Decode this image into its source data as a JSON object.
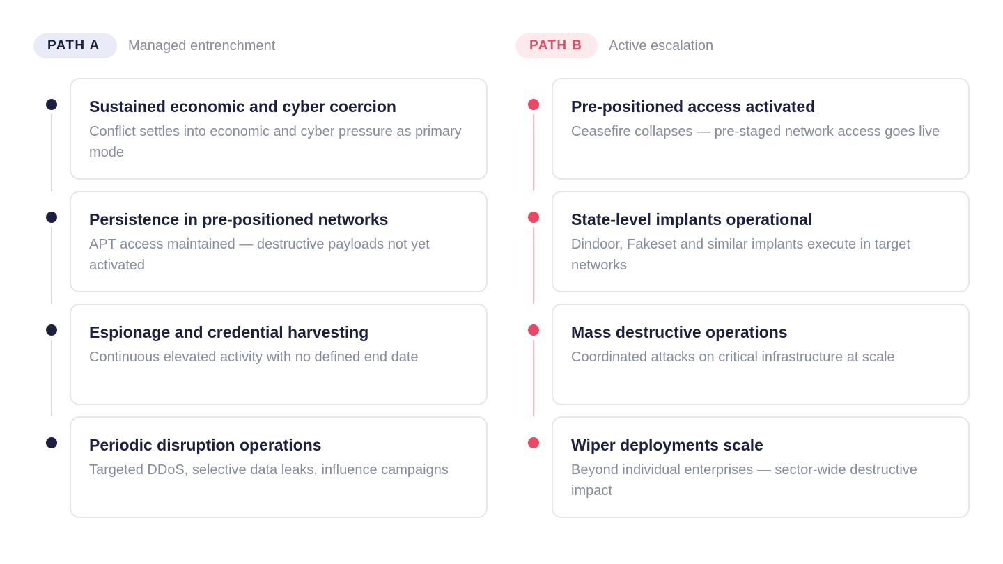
{
  "path_a": {
    "badge": "PATH A",
    "subtitle": "Managed entrenchment",
    "steps": [
      {
        "title": "Sustained economic and cyber coercion",
        "description": "Conflict settles into economic and cyber pressure as primary mode"
      },
      {
        "title": "Persistence in pre-positioned networks",
        "description": "APT access maintained — destructive payloads not yet activated"
      },
      {
        "title": "Espionage and credential harvesting",
        "description": "Continuous elevated activity with no defined end date"
      },
      {
        "title": "Periodic disruption operations",
        "description": "Targeted DDoS, selective data leaks, influence campaigns"
      }
    ]
  },
  "path_b": {
    "badge": "PATH B",
    "subtitle": "Active escalation",
    "steps": [
      {
        "title": "Pre-positioned access activated",
        "description": "Ceasefire collapses — pre-staged network access goes live"
      },
      {
        "title": "State-level implants operational",
        "description": "Dindoor, Fakeset and similar implants execute in target networks"
      },
      {
        "title": "Mass destructive operations",
        "description": "Coordinated attacks on critical infrastructure at scale"
      },
      {
        "title": "Wiper deployments scale",
        "description": "Beyond individual enterprises — sector-wide destructive impact"
      }
    ]
  },
  "colors": {
    "navy": "#1c2040",
    "red": "#ef4664",
    "muted_text": "#878ba0",
    "card_border": "#e6e7eb"
  }
}
